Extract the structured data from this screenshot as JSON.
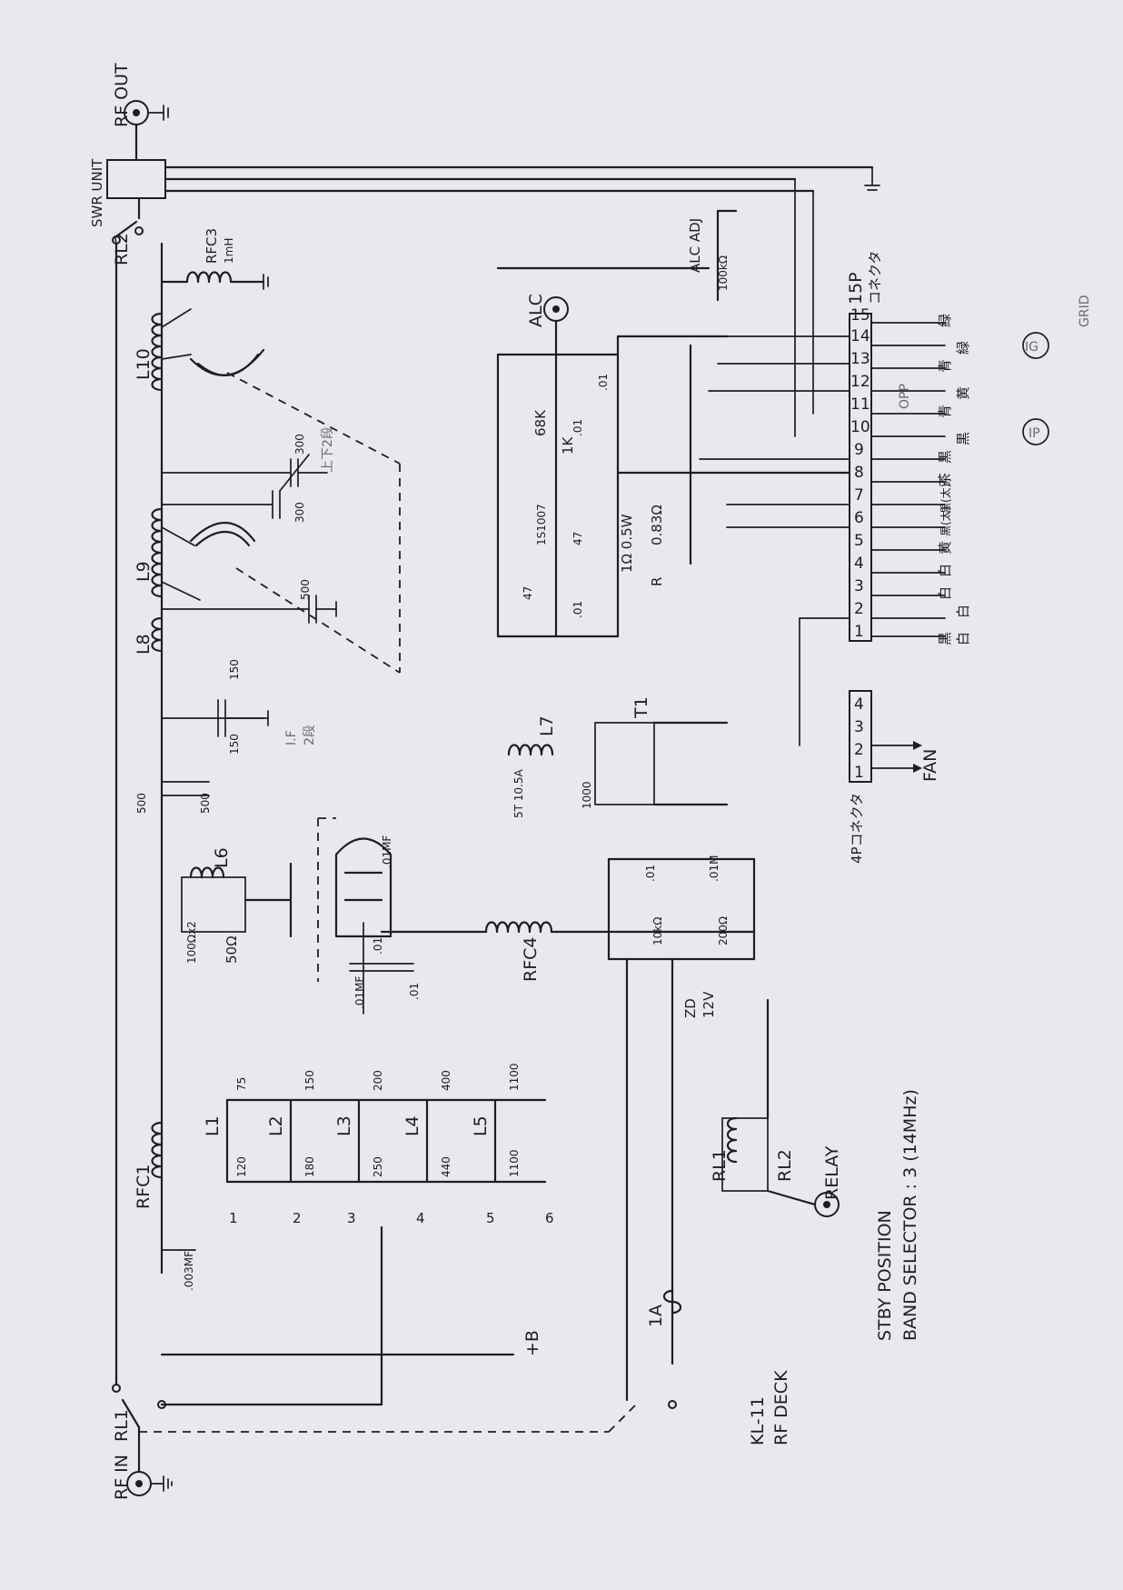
{
  "title_block": {
    "model": "KL-11",
    "subtitle": "RF DECK",
    "note_standby": "STBY POSITION",
    "note_band": "BAND SELECTOR : 3 (14MHz)"
  },
  "connectors": {
    "rf_in": "RF IN",
    "rf_out": "RF OUT",
    "swr_unit": "SWR UNIT",
    "alc": "ALC",
    "relay": "RELAY",
    "plus_b": "+B",
    "fuse": "1A",
    "fan": "FAN",
    "connector_15p": "15P",
    "connector_15p_sub": "コネクタ",
    "connector_4p": "4Pコネクタ"
  },
  "relays": {
    "rl1": "RL1",
    "rl2": "RL2",
    "rl1_coil": "RL1",
    "rl2_coil": "RL2"
  },
  "components": {
    "rfc1": "RFC1",
    "rfc1_cap": ".003MF",
    "rfc3": "RFC3",
    "rfc3_val": "1mH",
    "rfc4": "RFC4",
    "l1": "L1",
    "l2": "L2",
    "l3": "L3",
    "l4": "L4",
    "l5": "L5",
    "l6": "L6",
    "l7": "L7",
    "l8": "L8",
    "l9": "L9",
    "l10": "L10",
    "l7_rating": "5T 10.5A",
    "t1": "T1",
    "caps_top": [
      "75",
      "150",
      "200",
      "400",
      "1100"
    ],
    "caps_bottom": [
      "120",
      "180",
      "250",
      "440",
      "1100"
    ],
    "band_positions": [
      "1",
      "2",
      "3",
      "4",
      "5",
      "6"
    ],
    "l6_res": "50Ω",
    "l6_note": "100Ωx2",
    "cap_500a": "500",
    "cap_500b": "500",
    "tank_cap1": "150",
    "tank_cap2": "150",
    "tank_cap3": "300",
    "tank_cap4": "300",
    "tank_cap5": "500",
    "alc_adj": "ALC ADJ",
    "alc_adj_val": "100kΩ",
    "r_68k": "68K",
    "r_1k": "1K",
    "diode": "1S1007",
    "c_47a": "47",
    "c_47b": "47",
    "c_01a": ".01",
    "c_01b": ".01",
    "c_01c": ".01",
    "c_01d": ".01",
    "r_1ohm": "1Ω 0.5W",
    "r_083": "0.83Ω",
    "r_label": "R",
    "c_1000": "1000",
    "c_01mf_a": ".01MF",
    "c_01mf_b": ".01MF",
    "c_01_grid": ".01",
    "c_01_grid2": ".01",
    "c_01m": ".01M",
    "r_10k": "10kΩ",
    "r_200": "200Ω",
    "zd": "ZD",
    "zd_val": "12V"
  },
  "connector_pins": [
    "1",
    "2",
    "3",
    "4",
    "5",
    "6",
    "7",
    "8",
    "9",
    "10",
    "11",
    "12",
    "13",
    "14",
    "15"
  ],
  "fan_pins": [
    "1",
    "2",
    "3",
    "4"
  ],
  "pin_wire_colors": {
    "p1": "黒",
    "p1b": "白",
    "p2": "白",
    "p3": "白",
    "p4": "白",
    "p5": "黄",
    "p6": "黒(太)",
    "p7": "黒(太)",
    "p8": "茶",
    "p9": "黒",
    "p10": "黒",
    "p11": "青",
    "p12": "黄",
    "p13": "青",
    "p14": "緑",
    "p15": "緑"
  },
  "pencil_notes": {
    "tuning_if": "I.F",
    "tuning_if2": "2段",
    "loading_note": "上下2段",
    "ip_meter": "IP",
    "ig_meter": "IG",
    "grid": "GRID",
    "pin12_note": "OPP"
  }
}
